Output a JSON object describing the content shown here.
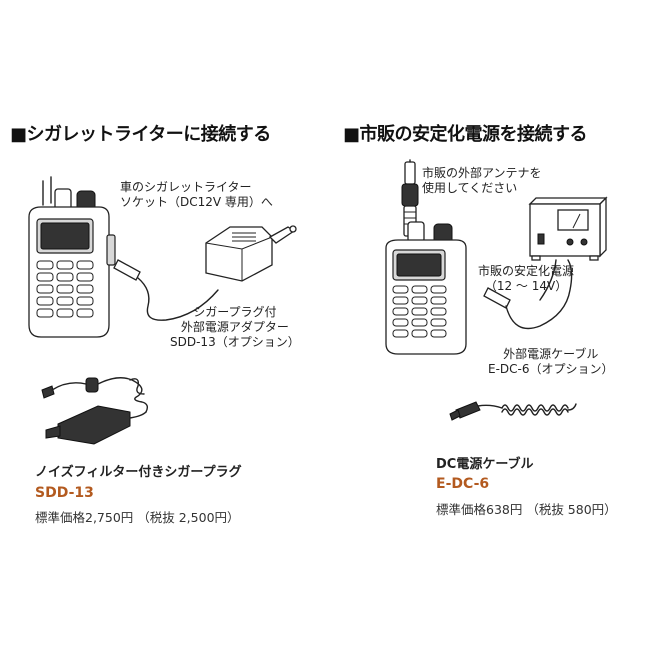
{
  "left": {
    "title": "■シガレットライターに接続する",
    "socket_note": [
      "車のシガレットライター",
      "ソケット（DC12V 専用）へ"
    ],
    "adapter_note": [
      "シガープラグ付",
      "外部電源アダプター",
      "SDD-13（オプション）"
    ],
    "product": {
      "name": "ノイズフィルター付きシガープラグ",
      "model": "SDD-13",
      "price": "標準価格2,750円 （税抜 2,500円）"
    }
  },
  "right": {
    "title": "■市販の安定化電源を接続する",
    "antenna_note": [
      "市販の外部アンテナを",
      "使用してください"
    ],
    "psu_note": [
      "市販の安定化電源",
      "（12 ～ 14V）"
    ],
    "cable_note": [
      "外部電源ケーブル",
      "E-DC-6（オプション）"
    ],
    "product": {
      "name": "DC電源ケーブル",
      "model": "E-DC-6",
      "price": "標準価格638円 （税抜 580円）"
    }
  },
  "colors": {
    "model_accent": "#b35a1f",
    "line_art": "#222222"
  },
  "icons": [
    "radio-transceiver-icon",
    "cigarette-adapter-icon",
    "power-supply-icon",
    "antenna-icon",
    "cable-icon"
  ]
}
